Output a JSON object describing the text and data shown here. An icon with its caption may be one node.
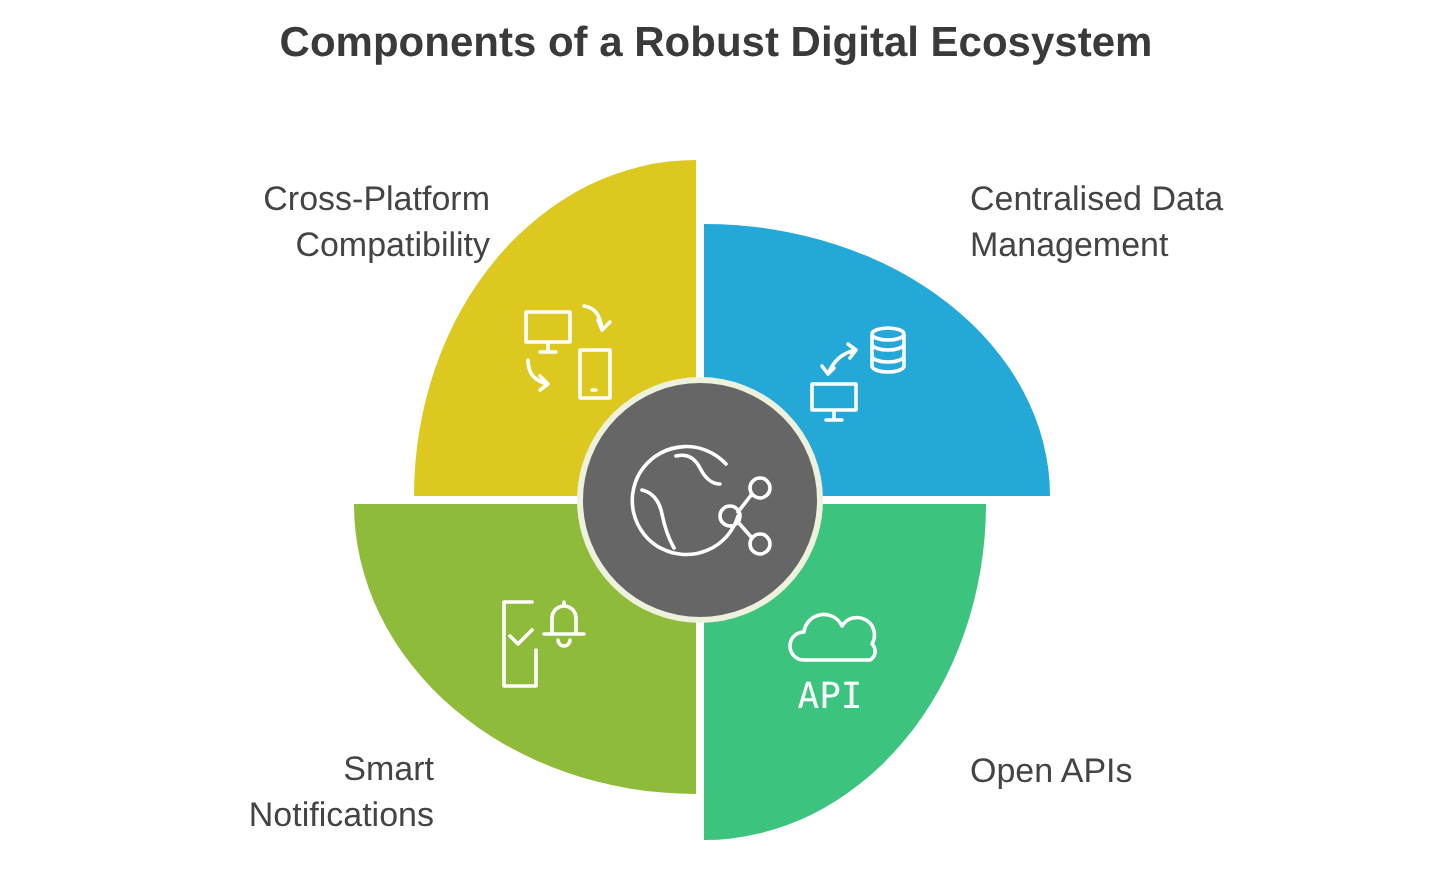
{
  "diagram": {
    "title": "Components of a Robust Digital Ecosystem",
    "nodes": [
      {
        "text": [
          "Cross-Platform Compatibility"
        ]
      },
      {
        "text": [
          "Centralised Data Management"
        ]
      },
      {
        "text": [
          "Open APIs"
        ]
      },
      {
        "text": [
          "Smart Notifications"
        ]
      },
      {
        "text": [],
        "shape": "circle"
      }
    ],
    "labels": [
      "API"
    ]
  }
}
